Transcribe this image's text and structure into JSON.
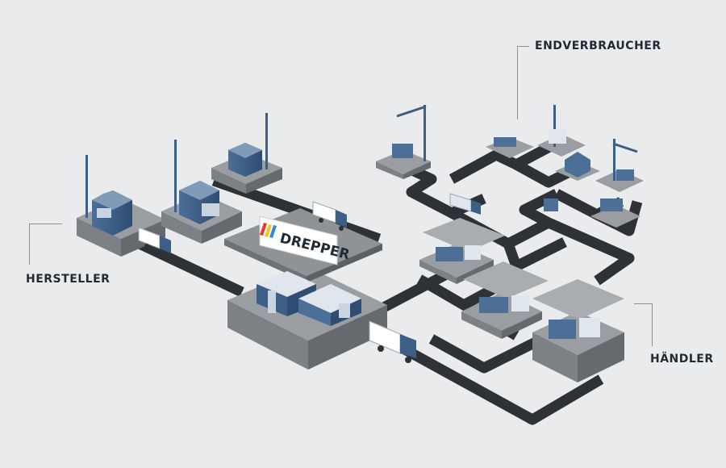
{
  "labels": {
    "manufacturer": "HERSTELLER",
    "end_consumer": "ENDVERBRAUCHER",
    "dealer": "HÄNDLER"
  },
  "brand": {
    "name": "DREPPER",
    "stripe_colors": [
      "#e63b2e",
      "#f6c31c",
      "#2f8fd1"
    ]
  },
  "colors": {
    "background": "#e9ebec",
    "road": "#2e3135",
    "platform_top": "#9a9ea2",
    "platform_side": "#6e7276",
    "building_blue": "#3d5f86",
    "building_light": "#dfe6ee",
    "roof": "#8f9396",
    "text": "#1f2a33"
  }
}
